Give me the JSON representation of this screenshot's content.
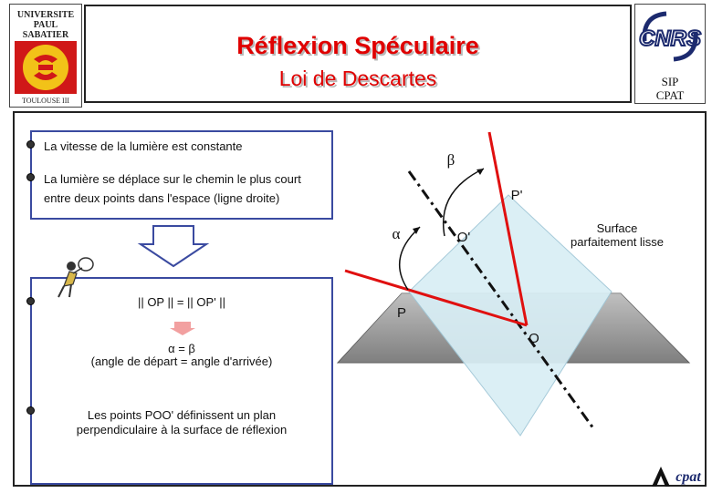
{
  "header": {
    "title": "Réflexion Spéculaire",
    "subtitle": "Loi de Descartes",
    "left_logo": {
      "line1": "UNIVERSITE",
      "line2": "PAUL",
      "line3": "SABATIER",
      "line4": "TOULOUSE III"
    },
    "right_logo": {
      "text": "CNRS",
      "sip_line1": "SIP",
      "sip_line2": "CPAT"
    }
  },
  "colors": {
    "title": "#e00000",
    "ray": "#e01010",
    "box_border": "#3a4aa0",
    "plane": "#d8eef5",
    "surface": "#8a8a8a"
  },
  "principles": [
    "La vitesse de la lumière est constante",
    "La lumière se déplace sur le chemin le plus court",
    "entre deux points dans l'espace (ligne droite)"
  ],
  "results": {
    "norm_equation": "|| OP ||  =  || OP' ||",
    "angle_equation": "α = β",
    "angle_caption": "(angle de départ = angle d'arrivée)",
    "plane_line1": "Les points POO' définissent un plan",
    "plane_line2": "perpendiculaire à la surface de réflexion"
  },
  "diagram": {
    "label_alpha": "α",
    "label_beta": "β",
    "label_P": "P",
    "label_Pprime": "P'",
    "label_O": "O",
    "label_Oprime": "O'",
    "surface_line1": "Surface",
    "surface_line2": "parfaitement lisse"
  },
  "footer": {
    "logo_text": "cpat"
  },
  "icons": [
    "university-logo-icon",
    "cnrs-logo-icon",
    "down-arrow-icon",
    "thinker-figure-icon",
    "small-pink-arrow-icon",
    "cpat-logo-icon"
  ]
}
